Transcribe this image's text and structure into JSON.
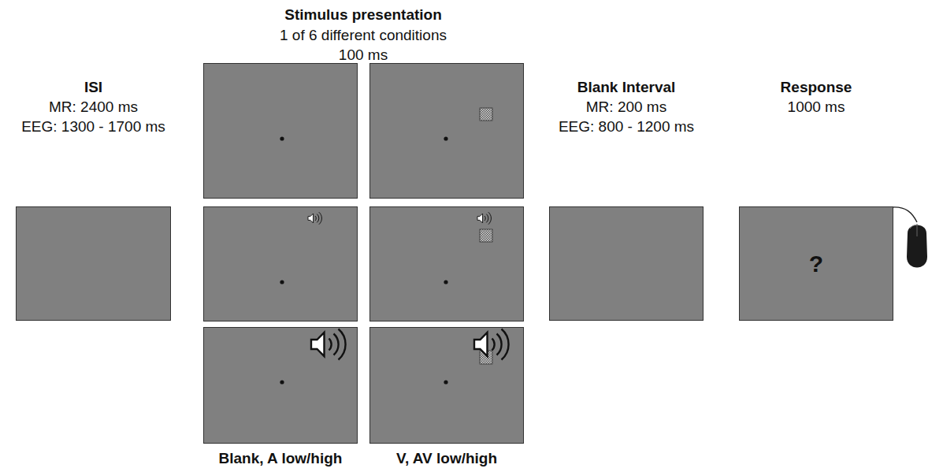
{
  "diagram": {
    "nodes": [
      {
        "text": [
          "ISI",
          "MR: 2400 ms",
          "EEG: 1300 - 1700 ms"
        ]
      },
      {
        "text": [
          "Blank Interval",
          "MR: 200 ms",
          "EEG: 800 - 1200 ms"
        ]
      },
      {
        "text": [
          "Response",
          "1000 ms",
          "?"
        ]
      }
    ],
    "edges": [],
    "labels": [
      "Stimulus presentation",
      "1 of 6 different conditions",
      "100 ms",
      "Blank, A low/high",
      "V, AV low/high"
    ]
  }
}
